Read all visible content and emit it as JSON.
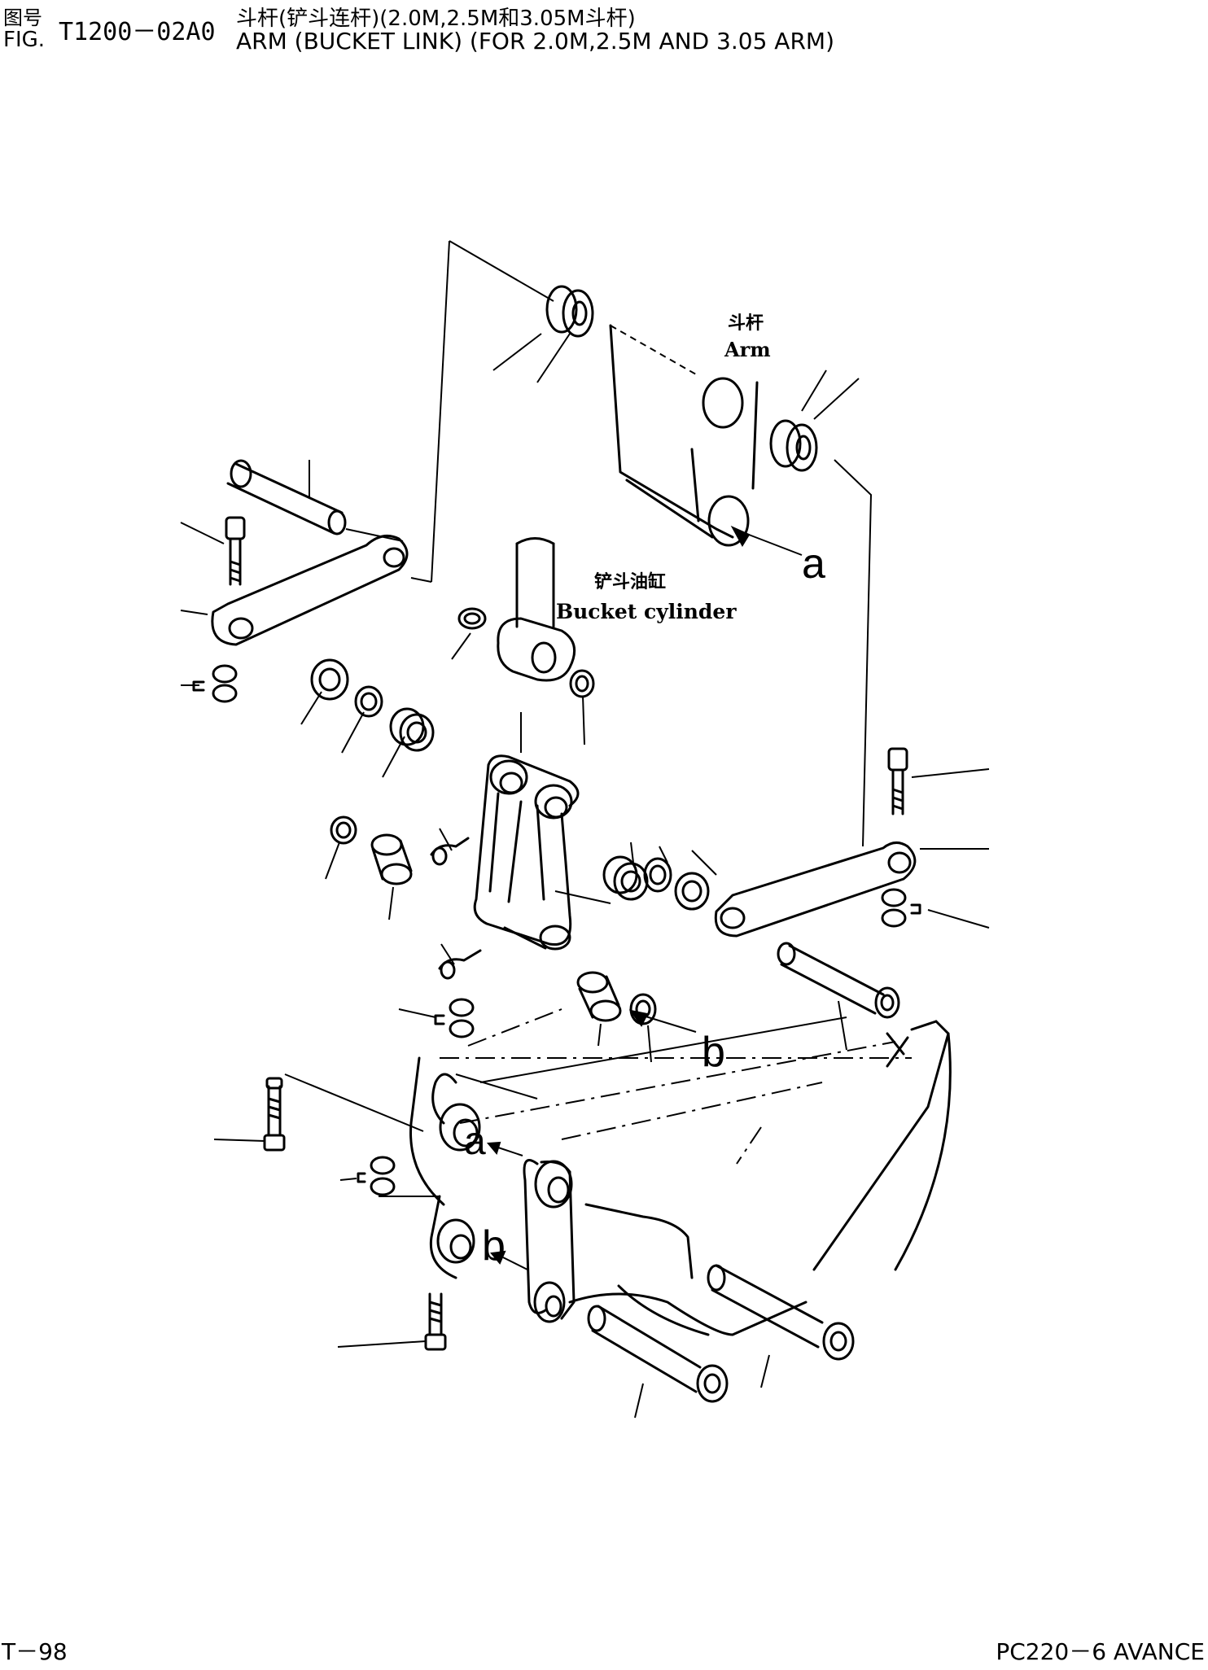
{
  "header": {
    "fig_label_cn": "图号",
    "fig_label_en": "FIG.",
    "fig_number": "T1200－02A0",
    "title_cn": "斗杆(铲斗连杆)(2.0M,2.5M和3.05M斗杆)",
    "title_en": "ARM (BUCKET LINK) (FOR 2.0M,2.5M AND 3.05 ARM)"
  },
  "labels": {
    "arm_cn": "斗杆",
    "arm_en": "Arm",
    "cyl_cn": "铲斗油缸",
    "cyl_en": "Bucket cylinder",
    "ref_a": "a",
    "ref_b": "b"
  },
  "footer": {
    "page": "T－98",
    "model": "PC220－6 AVANCE"
  }
}
